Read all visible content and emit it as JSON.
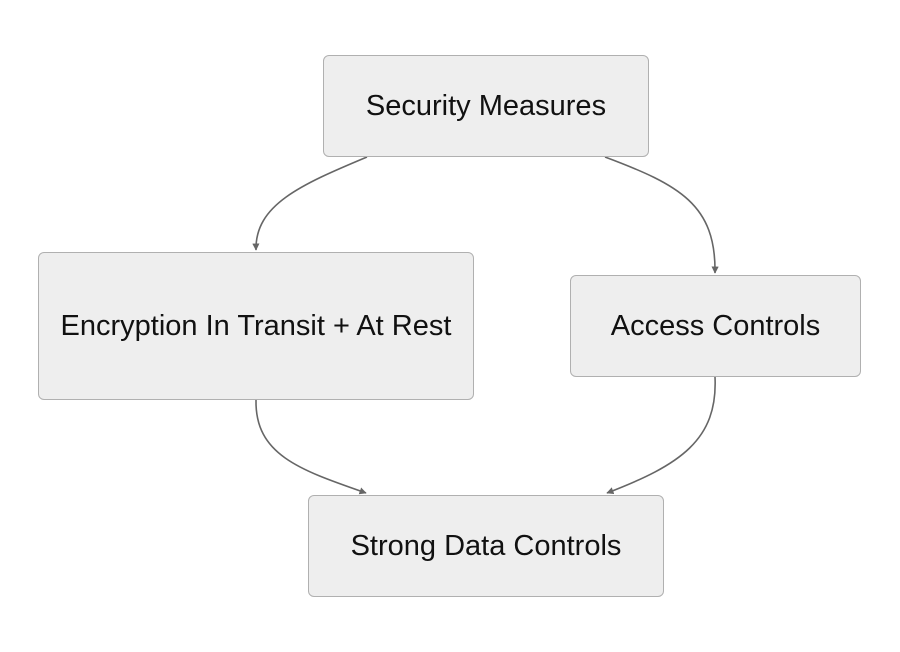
{
  "nodes": {
    "security": {
      "label": "Security Measures"
    },
    "encryption": {
      "label": "Encryption In Transit + At Rest"
    },
    "access": {
      "label": "Access Controls"
    },
    "strong": {
      "label": "Strong Data Controls"
    }
  },
  "edges": [
    {
      "from": "security",
      "to": "encryption"
    },
    {
      "from": "security",
      "to": "access"
    },
    {
      "from": "encryption",
      "to": "strong"
    },
    {
      "from": "access",
      "to": "strong"
    }
  ],
  "colors": {
    "node_fill": "#eeeeee",
    "node_border": "#b0b0b0",
    "edge": "#666666",
    "text": "#111111"
  }
}
